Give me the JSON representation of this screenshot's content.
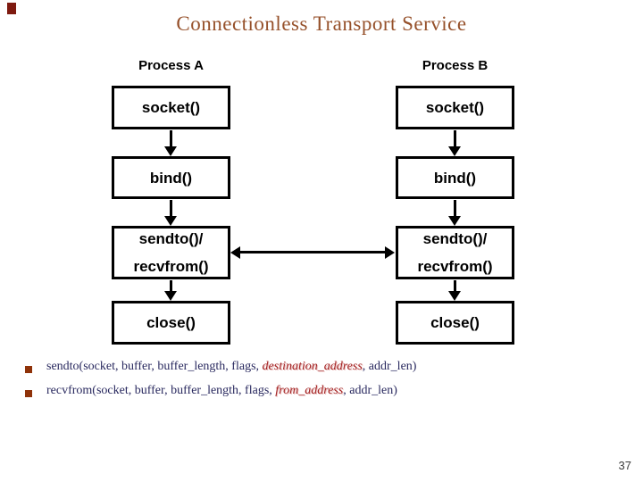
{
  "title": "Connectionless Transport Service",
  "page_number": "37",
  "colors": {
    "title_text": "#96512B",
    "body_text": "#28285E",
    "highlight_text": "#A32222",
    "bullet_marker": "#8F3209",
    "corner_mark": "#7E1A10",
    "box_border": "#000000"
  },
  "diagram": {
    "connection": "bidirectional-arrow",
    "columns": [
      {
        "id": "process-a",
        "label": "Process A",
        "boxes": [
          {
            "lines": [
              "socket()"
            ]
          },
          {
            "lines": [
              "bind()"
            ]
          },
          {
            "lines": [
              "sendto()/",
              "recvfrom()"
            ]
          },
          {
            "lines": [
              "close()"
            ]
          }
        ]
      },
      {
        "id": "process-b",
        "label": "Process B",
        "boxes": [
          {
            "lines": [
              "socket()"
            ]
          },
          {
            "lines": [
              "bind()"
            ]
          },
          {
            "lines": [
              "sendto()/",
              "recvfrom()"
            ]
          },
          {
            "lines": [
              "close()"
            ]
          }
        ]
      }
    ]
  },
  "bullets": [
    {
      "marker": "■",
      "prefix": "sendto(socket, buffer, buffer_length, flags, ",
      "highlight": "destination_address",
      "suffix": ", addr_len)"
    },
    {
      "marker": "■",
      "prefix": "recvfrom(socket, buffer, buffer_length, flags, ",
      "highlight": "from_address",
      "suffix": ", addr_len)"
    }
  ]
}
